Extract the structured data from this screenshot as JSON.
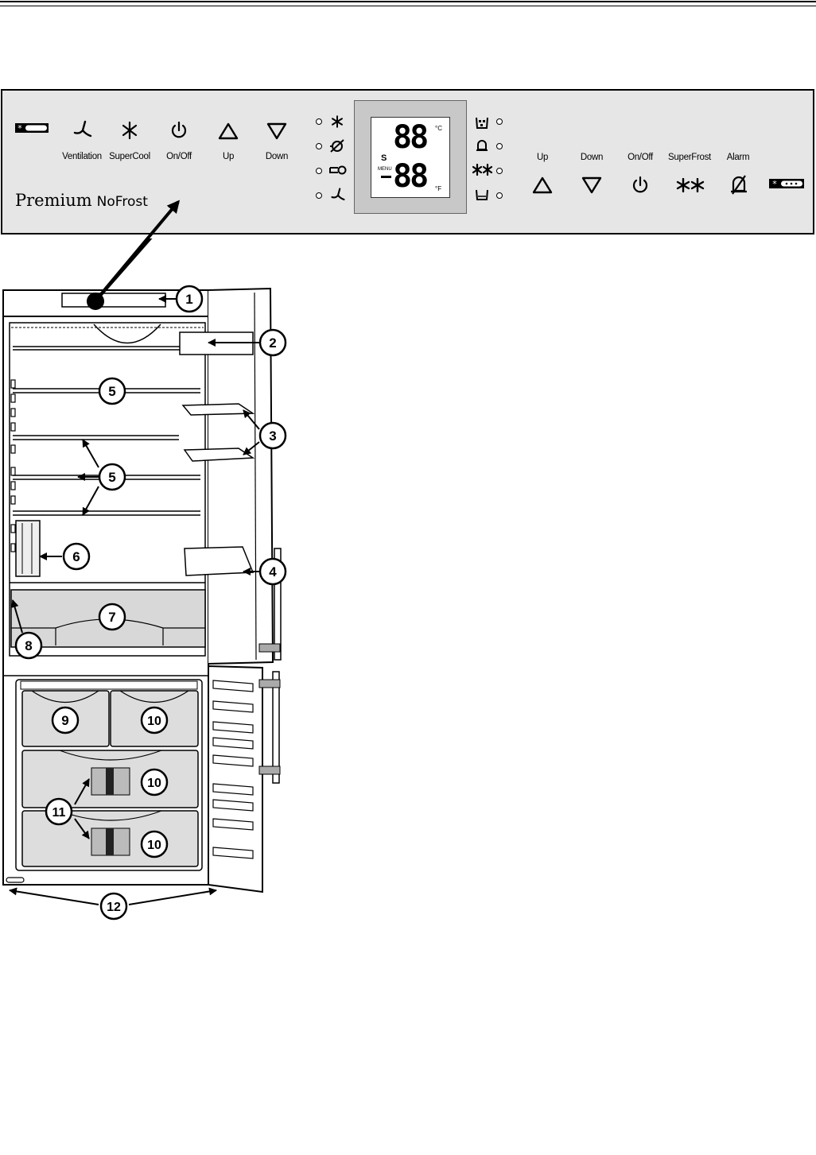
{
  "control_panel": {
    "left_labels": {
      "ventilation": "Ventilation",
      "supercool": "SuperCool",
      "onoff": "On/Off",
      "up": "Up",
      "down": "Down"
    },
    "brand": {
      "premium": "Premium",
      "nofrost": "NoFrost"
    },
    "display": {
      "top_digits": "88",
      "bottom_digits": "88",
      "unit_c": "°C",
      "unit_f": "°F",
      "s_label": "S",
      "menu_label": "MENU"
    },
    "right_labels": {
      "up": "Up",
      "down": "Down",
      "onoff": "On/Off",
      "superfrost": "SuperFrost",
      "alarm": "Alarm"
    }
  },
  "callouts": [
    "1",
    "2",
    "3",
    "4",
    "5",
    "5",
    "6",
    "7",
    "8",
    "9",
    "10",
    "10",
    "10",
    "11",
    "12"
  ]
}
